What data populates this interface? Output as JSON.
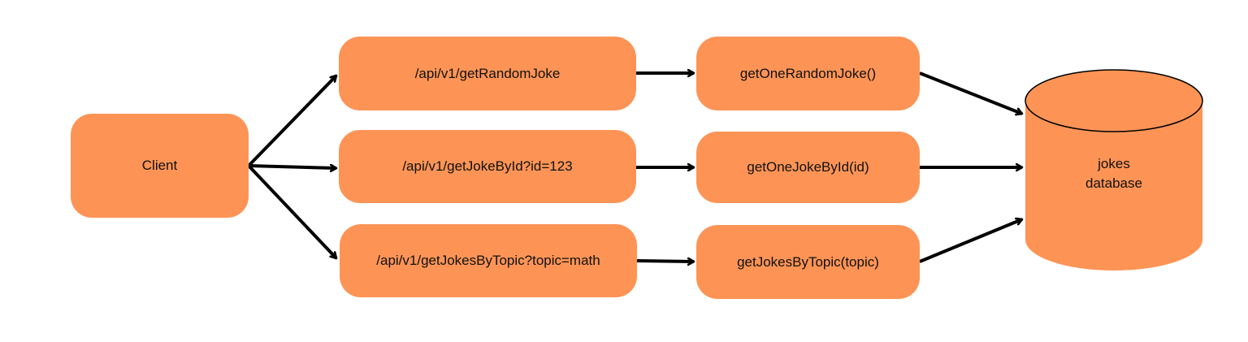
{
  "colors": {
    "node_fill": "#FD9456",
    "arrow": "#000000",
    "background": "#FFFFFF"
  },
  "nodes": {
    "client": "Client",
    "endpoints": [
      "/api/v1/getRandomJoke",
      "/api/v1/getJokeById?id=123",
      "/api/v1/getJokesByTopic?topic=math"
    ],
    "functions": [
      "getOneRandomJoke()",
      "getOneJokeById(id)",
      "getJokesByTopic(topic)"
    ],
    "database": {
      "line1": "jokes",
      "line2": "database"
    }
  }
}
